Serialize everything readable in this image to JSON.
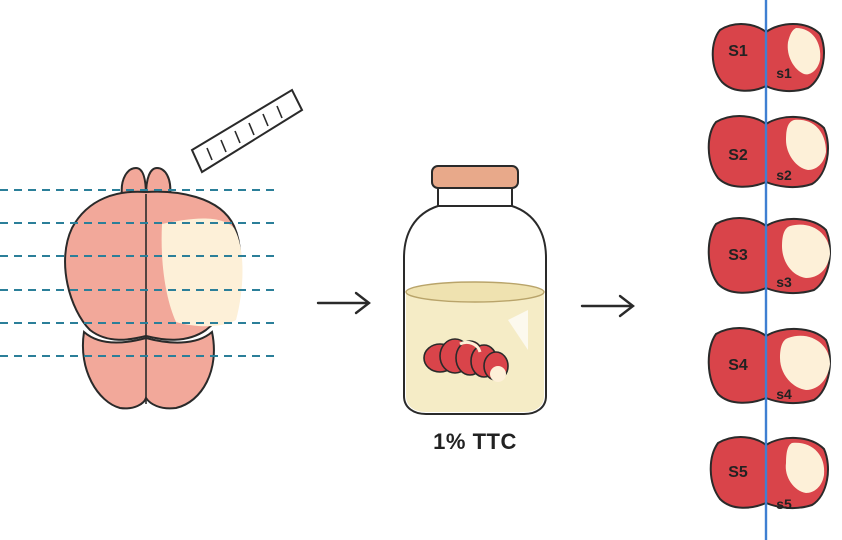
{
  "reagent": {
    "label": "1% TTC"
  },
  "slices": [
    {
      "big": "S1",
      "small": "s1"
    },
    {
      "big": "S2",
      "small": "s2"
    },
    {
      "big": "S3",
      "small": "s3"
    },
    {
      "big": "S4",
      "small": "s4"
    },
    {
      "big": "S5",
      "small": "s5"
    }
  ],
  "colors": {
    "brain_pink": "#f2a89a",
    "infarct": "#fdf0d8",
    "slice_red": "#d9444a",
    "cut_line": "#2b7f99",
    "midline": "#3f7fd1",
    "cap": "#e8a98a",
    "liquid": "#f5ecc6"
  },
  "icons": [
    "blade-icon",
    "arrow-right-icon",
    "arrow-right-icon",
    "jar-icon"
  ]
}
